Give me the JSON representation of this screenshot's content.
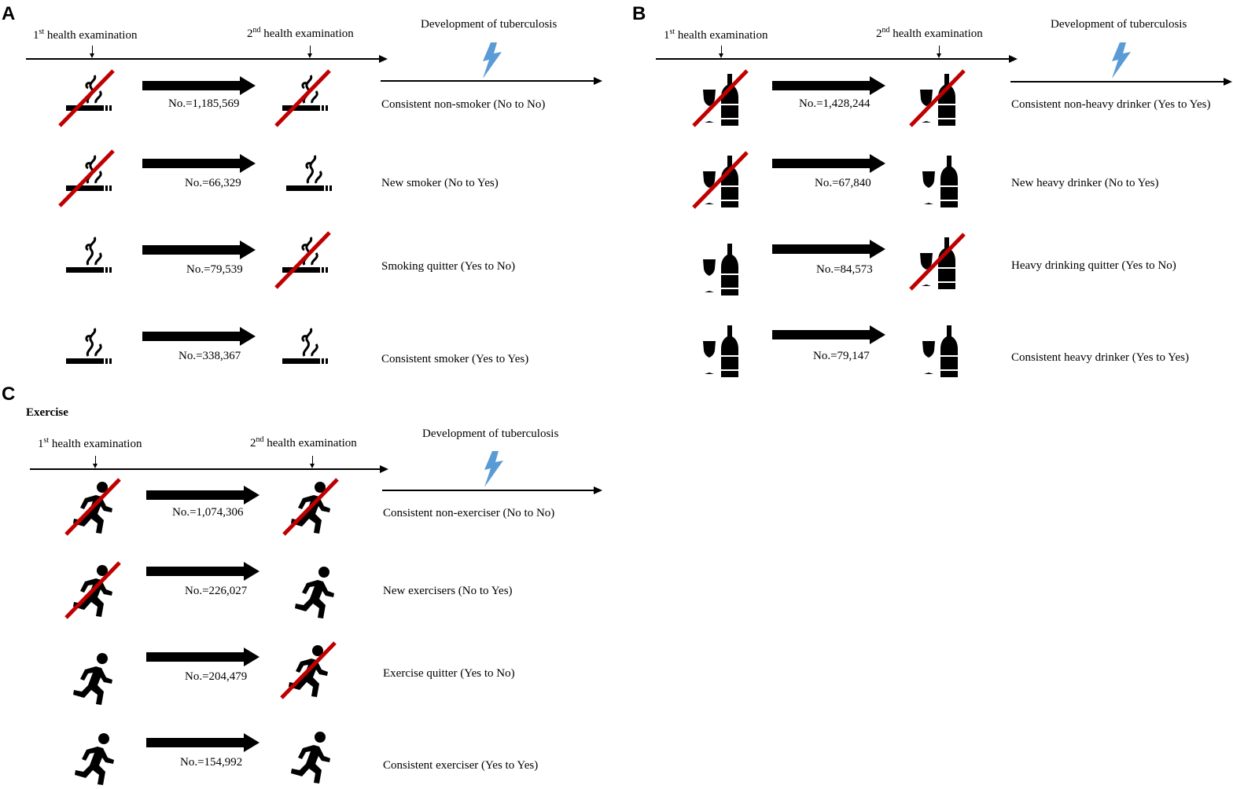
{
  "panels": [
    {
      "label": "A",
      "exam1_ordinal": "1",
      "exam1_sup": "st",
      "exam1_text": " health  examination",
      "exam2_ordinal": "2",
      "exam2_sup": "nd",
      "exam2_text": "  health  examination",
      "development": "Development  of tuberculosis",
      "rows": [
        {
          "count": "No.=1,185,569",
          "label": "Consistent  non-smoker  (No to No)"
        },
        {
          "count": "No.=66,329",
          "label": "New smoker  (No to Yes)"
        },
        {
          "count": "No.=79,539",
          "label": "Smoking  quitter  (Yes to No)"
        },
        {
          "count": "No.=338,367",
          "label": "Consistent  smoker  (Yes to Yes)"
        }
      ]
    },
    {
      "label": "B",
      "exam1_ordinal": "1",
      "exam1_sup": "st",
      "exam1_text": " health  examination",
      "exam2_ordinal": "2",
      "exam2_sup": "nd",
      "exam2_text": "  health  examination",
      "development": "Development  of tuberculosis",
      "rows": [
        {
          "count": "No.=1,428,244",
          "label": "Consistent  non-heavy  drinker  (Yes to Yes)"
        },
        {
          "count": "No.=67,840",
          "label": "New heavy  drinker  (No to Yes)"
        },
        {
          "count": "No.=84,573",
          "label": "Heavy  drinking  quitter  (Yes to No)"
        },
        {
          "count": "No.=79,147",
          "label": "Consistent  heavy  drinker  (Yes to Yes)"
        }
      ]
    },
    {
      "label": "C",
      "title": "Exercise",
      "exam1_ordinal": "1",
      "exam1_sup": "st",
      "exam1_text": " health  examination",
      "exam2_ordinal": "2",
      "exam2_sup": "nd",
      "exam2_text": "  health  examination",
      "development": "Development  of tuberculosis",
      "rows": [
        {
          "count": "No.=1,074,306",
          "label": "Consistent  non-exerciser  (No to No)"
        },
        {
          "count": "No.=226,027",
          "label": "New exercisers  (No to Yes)"
        },
        {
          "count": "No.=204,479",
          "label": "Exercise  quitter  (Yes to No)"
        },
        {
          "count": "No.=154,992",
          "label": "Consistent  exerciser  (Yes to Yes)"
        }
      ]
    }
  ],
  "colors": {
    "cross": "#c00000",
    "bolt": "#5b9bd5",
    "ink": "#000000"
  },
  "icons": {
    "A": "cigarette-icon",
    "B": "wine-bottle-icon",
    "C": "running-person-icon"
  }
}
